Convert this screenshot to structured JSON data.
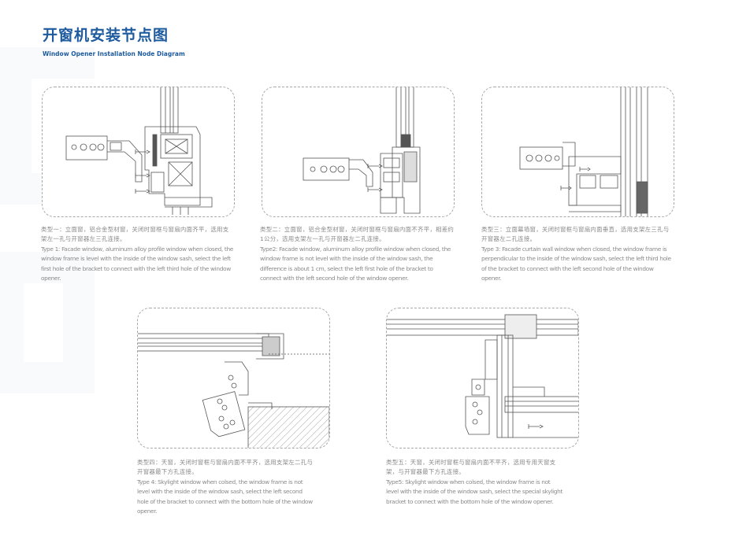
{
  "title": "开窗机安装节点图",
  "subtitle": "Window Opener Installation Node Diagram",
  "diagrams": [
    {
      "cn": "类型一：立面窗，铝合金型材窗，关闭时窗框与窗扇内面齐平，选用支架左一孔与开窗器左三孔连接。",
      "en": "Type 1: Facade window, aluminum alloy profile window when closed, the window frame is level with the inside of the window sash, select the left first hole of the bracket to connect with the left third hole of the window opener."
    },
    {
      "cn": "类型二：立面窗，铝合金型材窗，关闭时窗框与窗扇内面不齐平，相差约1公分，选用支架左一孔与开窗器左二孔连接。",
      "en": "Type2: Facade window, aluminum alloy profile window when closed, the window frame is not level with the inside of the window sash, the difference is about 1 cm, select the left first hole of the bracket to connect with the left second hole of the window opener."
    },
    {
      "cn": "类型三：立面幕墙窗，关闭时窗框与窗扇内面垂直，选用支架左三孔与开窗器左二孔连接。",
      "en": "Type 3: Facade curtain wall window when closed, the window frame is perpendicular to the inside of the window sash, select the left third hole of the bracket to connect with the left second hole of the window opener."
    },
    {
      "cn": "类型四：天窗，关闭时窗框与窗扇内面不平齐，选用支架左二孔与开窗器最下方孔连接。",
      "en": "Type 4: Skylight window when colsed, the window frame is not level with the inside of the window sash, select the left second hole of the bracket to connect with the bottom hole of the window opener."
    },
    {
      "cn": "类型五：天窗，关闭时窗框与窗扇内面不平齐，选用专用天窗支架，与开窗器最下方孔连接。",
      "en": "Type5: Skylight window when colsed, the window frame is not level with the inside of the window sash, select the special skylight bracket to connect with the bottom hole of the window opener."
    }
  ]
}
